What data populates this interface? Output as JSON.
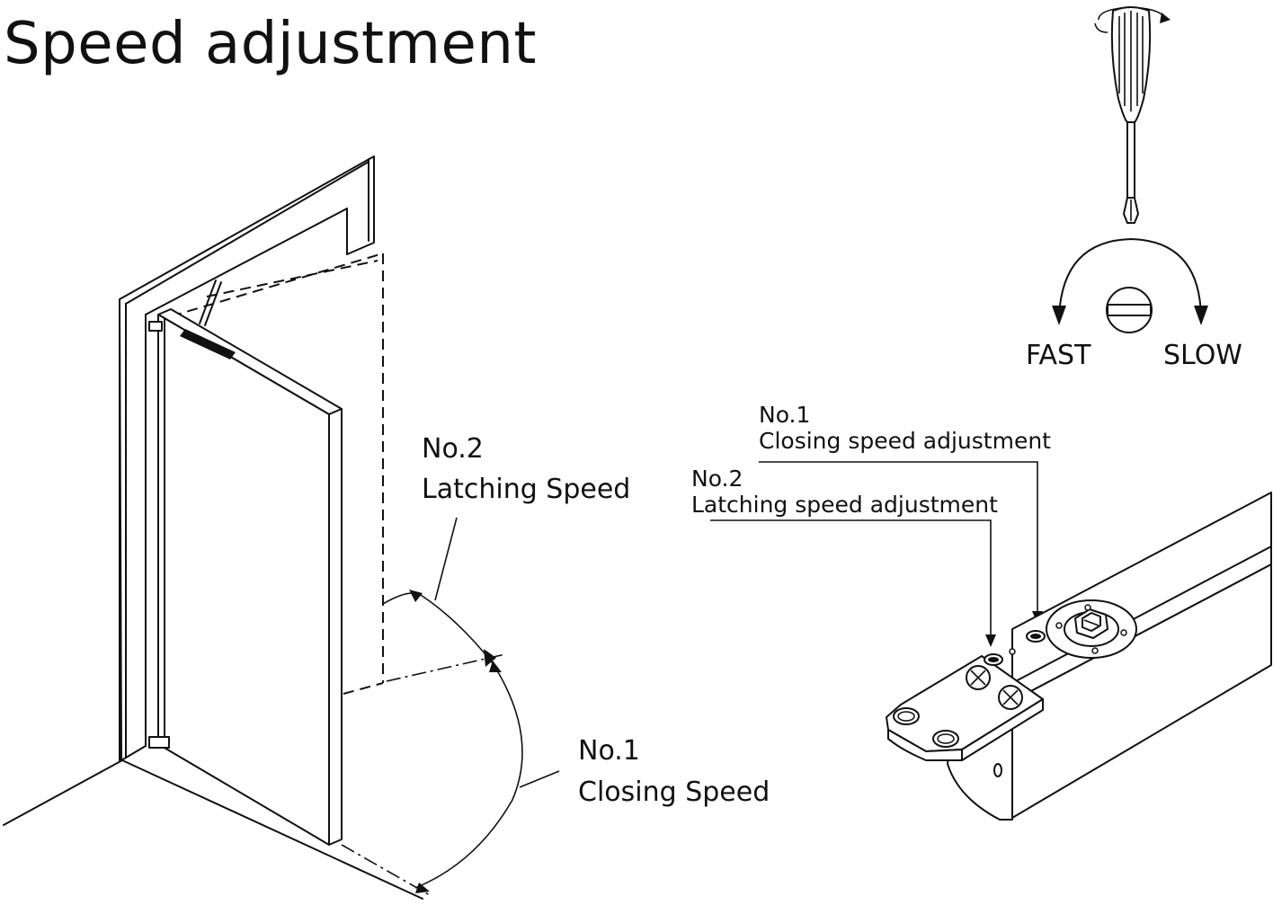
{
  "title": "Speed adjustment",
  "door": {
    "latching": {
      "number": "No.2",
      "name": "Latching Speed"
    },
    "closing": {
      "number": "No.1",
      "name": "Closing Speed"
    }
  },
  "rotation": {
    "left_label": "FAST",
    "right_label": "SLOW"
  },
  "closer": {
    "closing_adjust": {
      "number": "No.1",
      "name": "Closing speed adjustment"
    },
    "latching_adjust": {
      "number": "No.2",
      "name": "Latching speed adjustment"
    }
  },
  "icons": [
    "screwdriver-icon",
    "rotation-arrow-icon",
    "slotted-screw-icon"
  ]
}
